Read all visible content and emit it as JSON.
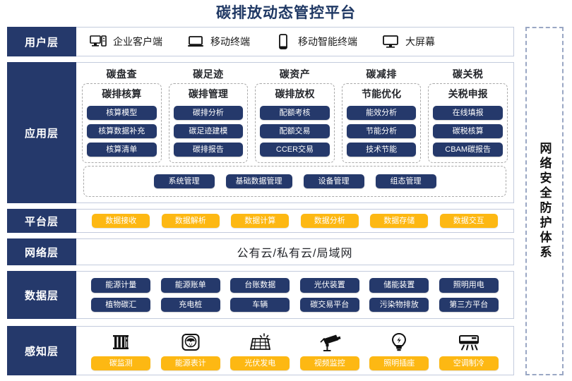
{
  "page": {
    "title": "碳排放动态管控平台"
  },
  "security_panel": {
    "label": "网络安全防护体系"
  },
  "layers": {
    "user": {
      "label": "用户层",
      "items": [
        {
          "icon": "desktop-tower-icon",
          "label": "企业客户端"
        },
        {
          "icon": "laptop-icon",
          "label": "移动终端"
        },
        {
          "icon": "smartphone-icon",
          "label": "移动智能终端"
        },
        {
          "icon": "monitor-icon",
          "label": "大屏幕"
        }
      ]
    },
    "application": {
      "label": "应用层",
      "columns": [
        {
          "title": "碳盘查",
          "subtitle": "碳排核算",
          "items": [
            "核算模型",
            "核算数据补充",
            "核算清单"
          ]
        },
        {
          "title": "碳足迹",
          "subtitle": "碳排管理",
          "items": [
            "碳排分析",
            "碳足迹建模",
            "碳排报告"
          ]
        },
        {
          "title": "碳资产",
          "subtitle": "碳排放权",
          "items": [
            "配额考核",
            "配额交易",
            "CCER交易"
          ]
        },
        {
          "title": "碳减排",
          "subtitle": "节能优化",
          "items": [
            "能效分析",
            "节能分析",
            "技术节能"
          ]
        },
        {
          "title": "碳关税",
          "subtitle": "关税申报",
          "items": [
            "在线填报",
            "碳税核算",
            "CBAM碳报告"
          ]
        }
      ],
      "management": [
        "系统管理",
        "基础数据管理",
        "设备管理",
        "组态管理"
      ]
    },
    "platform": {
      "label": "平台层",
      "items": [
        "数据接收",
        "数据解析",
        "数据计算",
        "数据分析",
        "数据存储",
        "数据交互"
      ]
    },
    "network": {
      "label": "网络层",
      "text": "公有云/私有云/局域网"
    },
    "data": {
      "label": "数据层",
      "rows": [
        [
          "能源计量",
          "能源账单",
          "台账数据",
          "光伏装置",
          "储能装置",
          "照明用电"
        ],
        [
          "植物碳汇",
          "充电桩",
          "车辆",
          "碳交易平台",
          "污染物排放",
          "第三方平台"
        ]
      ]
    },
    "sensing": {
      "label": "感知层",
      "items": [
        {
          "icon": "carbon-monitor-icon",
          "label": "碳监测"
        },
        {
          "icon": "energy-meter-icon",
          "label": "能源表计"
        },
        {
          "icon": "solar-panel-icon",
          "label": "光伏发电"
        },
        {
          "icon": "cctv-camera-icon",
          "label": "视频监控"
        },
        {
          "icon": "light-bulb-icon",
          "label": "照明插座"
        },
        {
          "icon": "air-conditioner-icon",
          "label": "空调制冷"
        }
      ]
    }
  },
  "colors": {
    "navy": "#25396b",
    "amber": "#fdb813",
    "title": "#1f3864",
    "border": "#c3cbdd"
  }
}
